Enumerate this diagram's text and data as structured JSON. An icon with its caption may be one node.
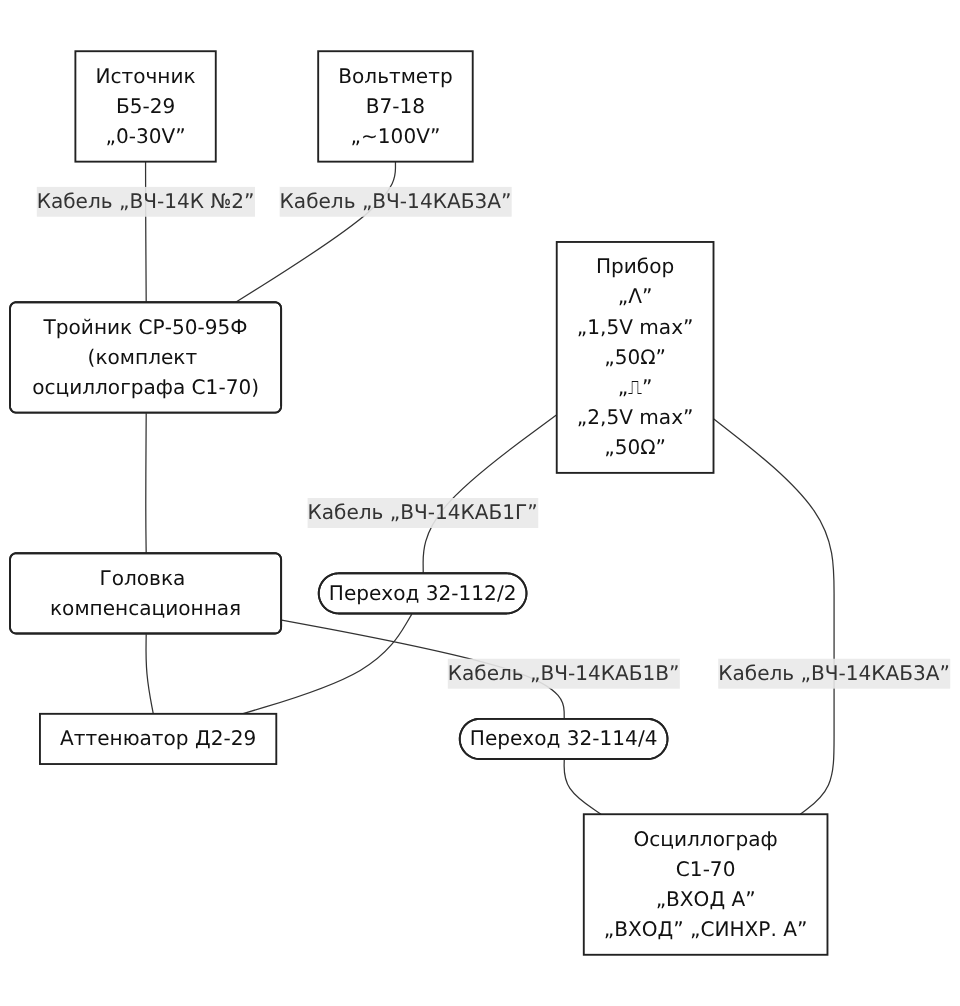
{
  "diagram": {
    "nodes": [
      {
        "text": [
          "Источник",
          "Б5-29",
          "„0-30V”"
        ]
      },
      {
        "text": [
          "Вольтметр",
          "В7-18",
          "„~100V”"
        ]
      },
      {
        "text": [
          "Прибор",
          "„Λ”",
          "„1,5V max”",
          "„50Ω”",
          "„⎍”",
          "„2,5V max”",
          "„50Ω”"
        ]
      },
      {
        "text": [
          "Осциллограф",
          "С1-70",
          "„ВХОД А”",
          "„ВХОД” „СИНХР. А”"
        ]
      },
      {
        "text": [
          "Тройник СР-50-95Ф",
          "(комплект осциллографа С1-70)"
        ]
      },
      {
        "text": [
          "Аттенюатор Д2-29"
        ]
      },
      {
        "text": [
          "Головка компенсационная"
        ]
      },
      {
        "text": [
          "Переход 32-112/2"
        ]
      },
      {
        "text": [
          "Переход 32-114/4"
        ]
      }
    ],
    "edges": [
      {
        "from": 0,
        "to": 4,
        "arrow": "none",
        "label": "Кабель „ВЧ-14К №2”"
      },
      {
        "from": 1,
        "to": 4,
        "arrow": "none",
        "label": "Кабель „ВЧ-14КАБ3А”"
      },
      {
        "from": 4,
        "to": 6,
        "arrow": "none"
      },
      {
        "from": 6,
        "to": 5,
        "arrow": "none"
      },
      {
        "from": 2,
        "to": 7,
        "arrow": "none",
        "label": "Кабель „ВЧ-14КАБ1Г”"
      },
      {
        "from": 7,
        "to": 5,
        "arrow": "none"
      },
      {
        "from": 6,
        "to": 8,
        "arrow": "none",
        "label": "Кабель „ВЧ-14КАБ1В”"
      },
      {
        "from": 8,
        "to": 3,
        "arrow": "none"
      },
      {
        "from": 2,
        "to": 3,
        "arrow": "none",
        "label": "Кабель „ВЧ-14КАБ3А”"
      }
    ]
  }
}
